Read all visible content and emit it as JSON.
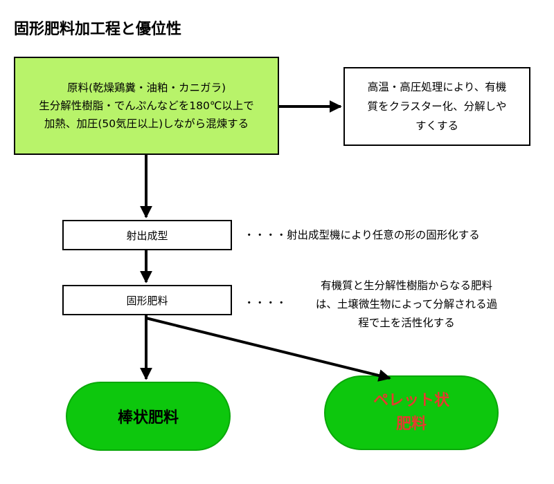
{
  "title": "固形肥料加工程と優位性",
  "raw_box": {
    "lines": [
      "原料(乾燥鶏糞・油粕・カニガラ)",
      "生分解性樹脂・でんぷんなどを180℃以上で",
      "加熱、加圧(50気圧以上)しながら混煉する"
    ]
  },
  "effect_box": {
    "lines": [
      "高温・高圧処理により、有機",
      "質をクラスター化、分解しや",
      "すくする"
    ]
  },
  "mold_box": {
    "label": "射出成型"
  },
  "mold_note": "・・・・射出成型機により任意の形の固形化する",
  "solid_box": {
    "label": "固形肥料"
  },
  "solid_note": {
    "dots": "・・・・",
    "lines": [
      "有機質と生分解性樹脂からなる肥料",
      "は、土壌微生物によって分解される過",
      "程で土を活性化する"
    ]
  },
  "products": {
    "rod": "棒状肥料",
    "pellet_line1": "ペレット状",
    "pellet_line2": "肥料"
  },
  "colors": {
    "raw_fill": "#b8f36a",
    "product_fill": "#0dc70d",
    "pellet_text": "#e63a2e"
  }
}
